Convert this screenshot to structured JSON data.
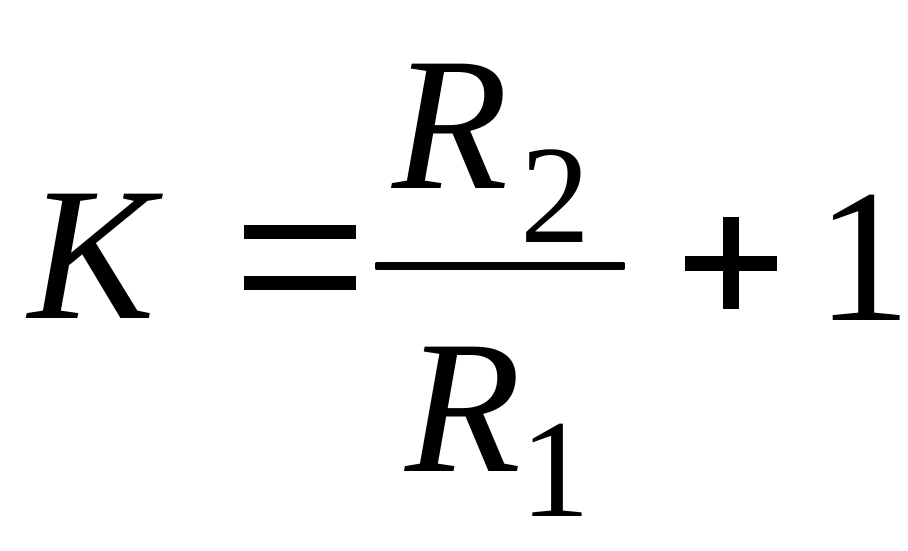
{
  "equation": {
    "lhs": "K",
    "equals": "=",
    "numerator": {
      "variable": "R",
      "subscript": "2"
    },
    "denominator": {
      "variable": "R",
      "subscript": "1"
    },
    "plus": "+",
    "constant": "1"
  }
}
